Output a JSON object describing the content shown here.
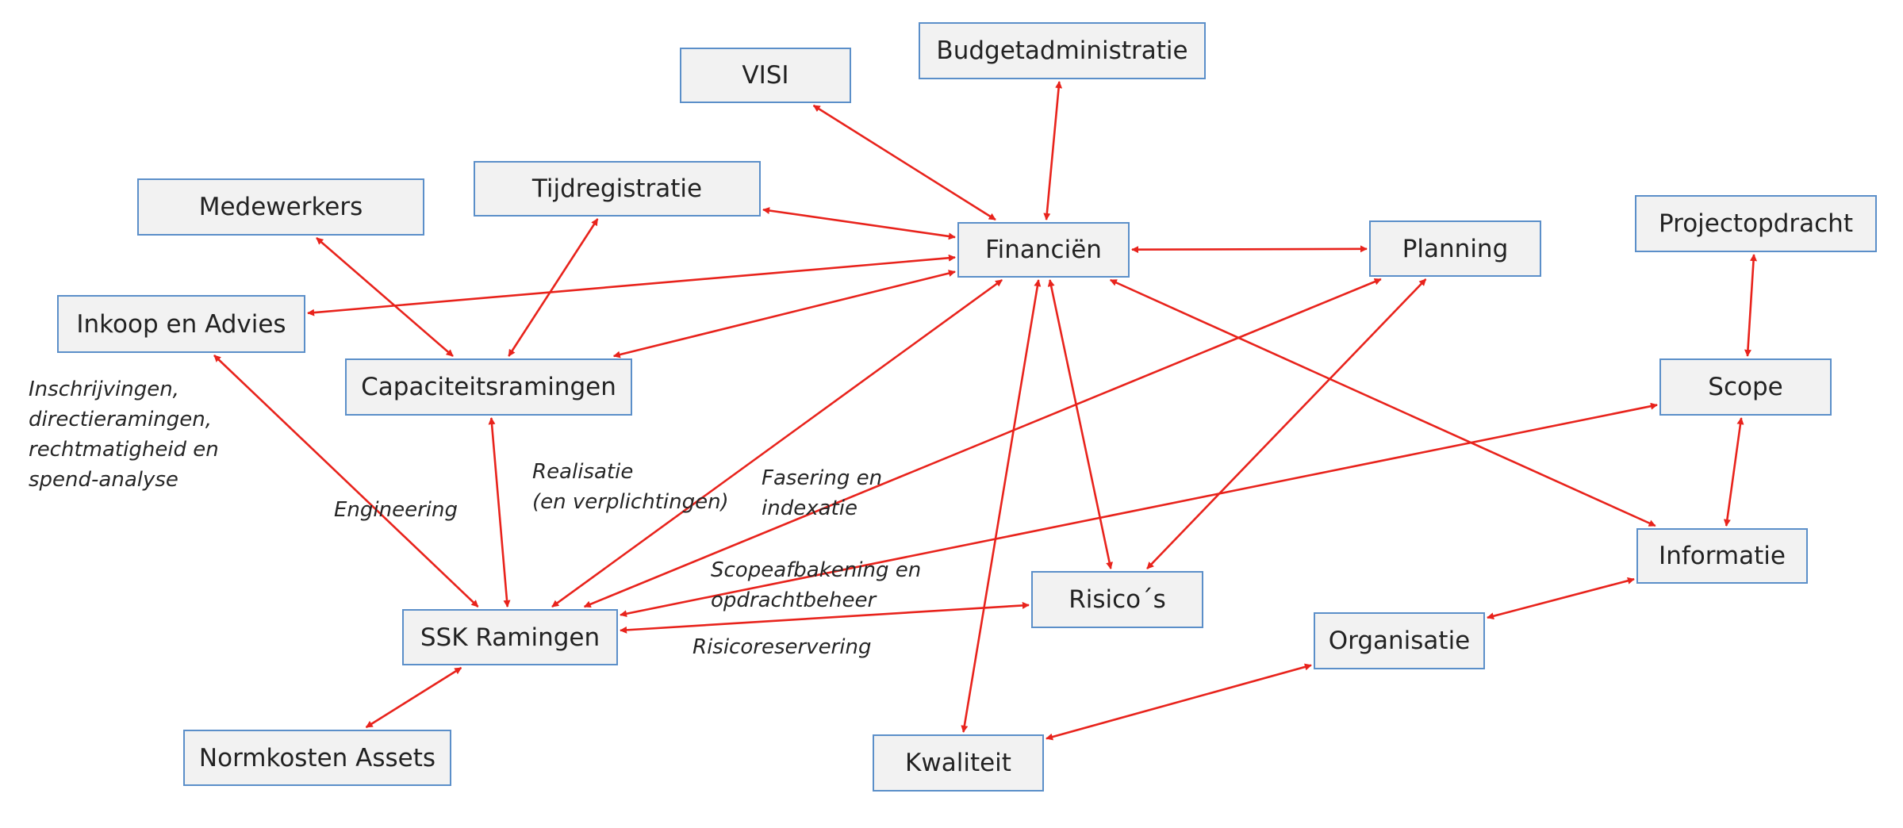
{
  "nodes": {
    "visi": "VISI",
    "budgetadministratie": "Budgetadministratie",
    "medewerkers": "Medewerkers",
    "tijdregistratie": "Tijdregistratie",
    "financien": "Financiën",
    "planning": "Planning",
    "projectopdracht": "Projectopdracht",
    "inkoop": "Inkoop en Advies",
    "capaciteit": "Capaciteitsramingen",
    "scope": "Scope",
    "informatie": "Informatie",
    "risicos": "Risico´s",
    "ssk": "SSK Ramingen",
    "organisatie": "Organisatie",
    "normkosten": "Normkosten Assets",
    "kwaliteit": "Kwaliteit"
  },
  "notes": {
    "inkoop_note": "Inschrijvingen,\ndirectieramingen,\nrechtmatigheid en\nspend-analyse",
    "engineering": "Engineering",
    "realisatie": "Realisatie\n(en verplichtingen)",
    "fasering": "Fasering en\nindexatie",
    "scopeafbakening": "Scopeafbakening en\nopdrachtbeheer",
    "risicoreservering": "Risicoreservering"
  },
  "edges": [
    [
      "visi",
      "financien"
    ],
    [
      "budgetadministratie",
      "financien"
    ],
    [
      "tijdregistratie",
      "financien"
    ],
    [
      "financien",
      "inkoop"
    ],
    [
      "financien",
      "capaciteit"
    ],
    [
      "financien",
      "ssk"
    ],
    [
      "financien",
      "kwaliteit"
    ],
    [
      "financien",
      "risicos"
    ],
    [
      "financien",
      "planning"
    ],
    [
      "financien",
      "informatie"
    ],
    [
      "medewerkers",
      "capaciteit"
    ],
    [
      "tijdregistratie",
      "capaciteit"
    ],
    [
      "inkoop",
      "ssk"
    ],
    [
      "capaciteit",
      "ssk"
    ],
    [
      "planning",
      "ssk"
    ],
    [
      "planning",
      "risicos"
    ],
    [
      "scope",
      "ssk"
    ],
    [
      "ssk",
      "risicos"
    ],
    [
      "ssk",
      "normkosten"
    ],
    [
      "projectopdracht",
      "scope"
    ],
    [
      "scope",
      "informatie"
    ],
    [
      "informatie",
      "organisatie"
    ],
    [
      "organisatie",
      "kwaliteit"
    ]
  ],
  "colors": {
    "arrow": "#e8231c",
    "box_border": "#5b8fc9",
    "box_fill": "#f2f2f2"
  }
}
